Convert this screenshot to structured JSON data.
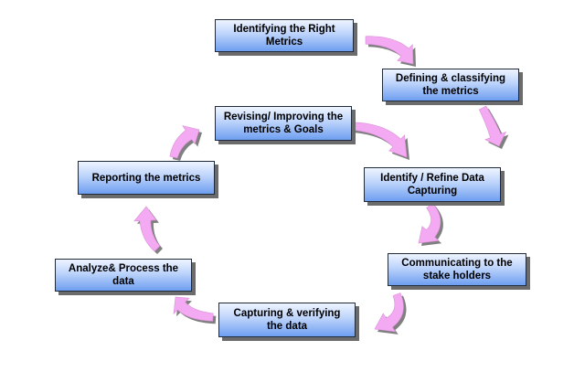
{
  "boxes": [
    {
      "id": "b1",
      "text": "Identifying the Right Metrics"
    },
    {
      "id": "b2",
      "text": "Defining & classifying the metrics"
    },
    {
      "id": "b3",
      "text": "Identify / Refine Data Capturing"
    },
    {
      "id": "b4",
      "text": "Communicating to the stake holders"
    },
    {
      "id": "b5",
      "text": "Capturing & verifying the data"
    },
    {
      "id": "b6",
      "text": "Analyze& Process the data"
    },
    {
      "id": "b7",
      "text": "Reporting the metrics"
    },
    {
      "id": "b8",
      "text": "Revising/ Improving the metrics & Goals"
    }
  ],
  "colors": {
    "box_border": "#1f2a3a",
    "box_gradient_top": "#eef4ff",
    "box_gradient_bottom": "#6e9ef0",
    "arrow_fill": "#f4aaf2",
    "arrow_shadow": "#808080"
  }
}
